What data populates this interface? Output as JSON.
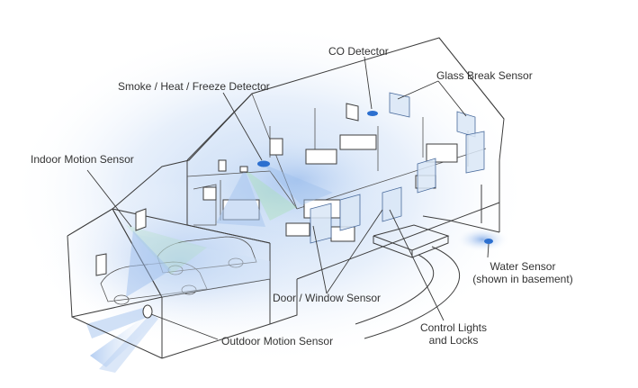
{
  "labels": {
    "co_detector": "CO Detector",
    "glass_break": "Glass Break Sensor",
    "smoke_heat_freeze": "Smoke / Heat / Freeze Detector",
    "indoor_motion": "Indoor Motion Sensor",
    "door_window": "Door / Window Sensor",
    "outdoor_motion": "Outdoor Motion Sensor",
    "control_lights_1": "Control Lights",
    "control_lights_2": "and Locks",
    "water_sensor_1": "Water Sensor",
    "water_sensor_2": "(shown in basement)"
  },
  "colors": {
    "glow": "#bcd4f3",
    "detector": "#2c6fcf",
    "outline": "#3d3d3d"
  }
}
